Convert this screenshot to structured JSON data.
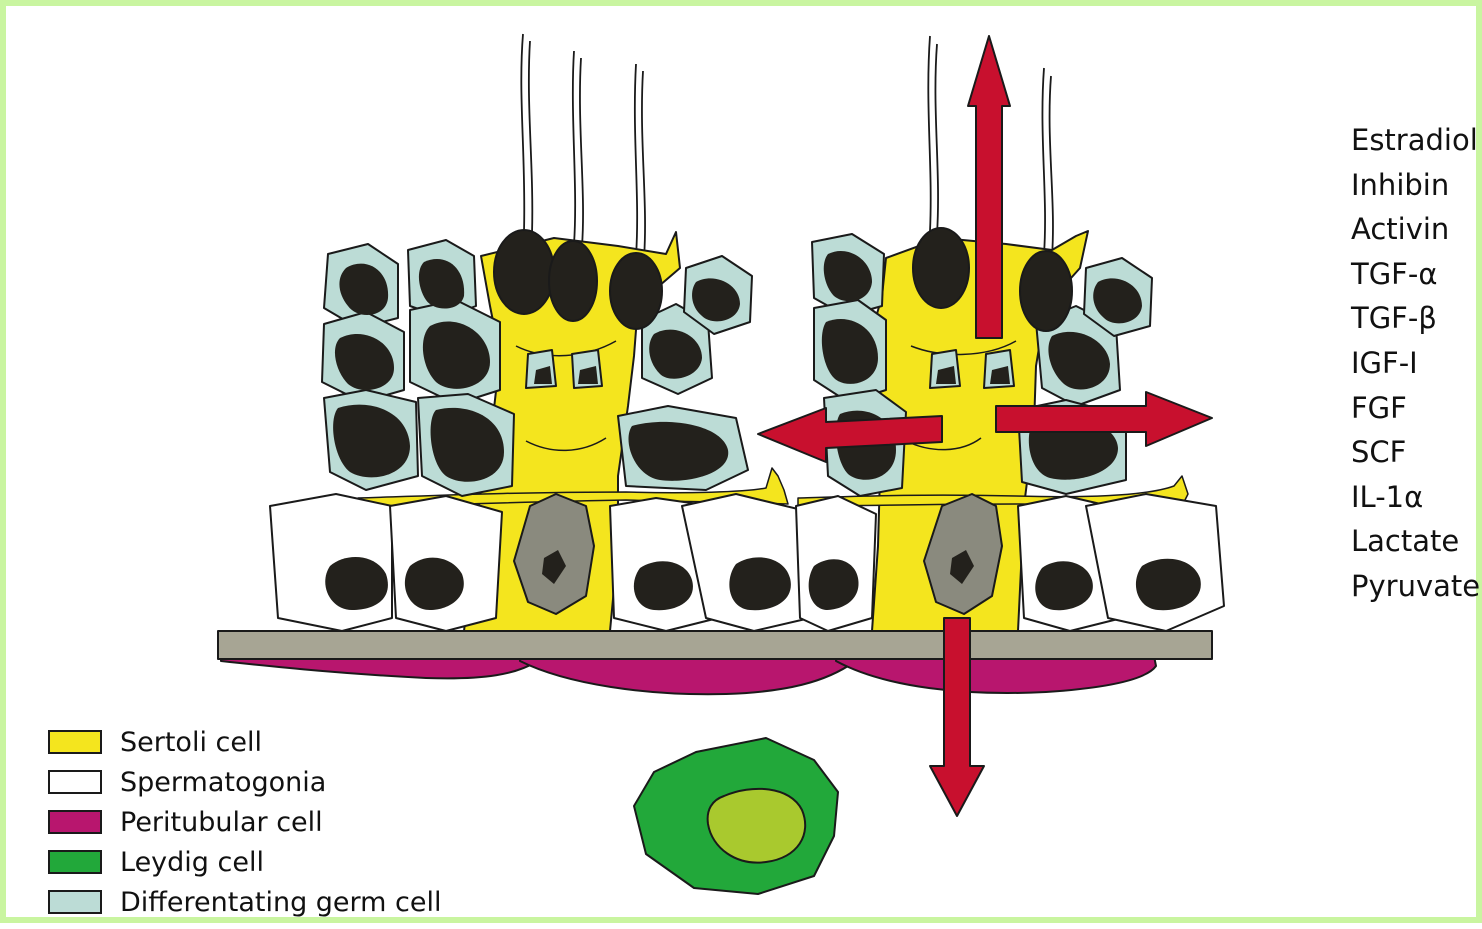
{
  "factors": [
    "Estradiol",
    "Inhibin",
    "Activin",
    "TGF-α",
    "TGF-β",
    "IGF-I",
    "FGF",
    "SCF",
    "IL-1α",
    "Lactate",
    "Pyruvate"
  ],
  "legend": [
    {
      "label": "Sertoli cell",
      "color": "#f4e51e"
    },
    {
      "label": "Spermatogonia",
      "color": "#ffffff"
    },
    {
      "label": "Peritubular cell",
      "color": "#b8166e"
    },
    {
      "label": "Leydig cell",
      "color": "#22a83a"
    },
    {
      "label": "Differentating germ cell",
      "color": "#bcdcd6"
    }
  ],
  "colors": {
    "frame": "#c9f5a0",
    "arrow": "#c8102e",
    "basement_membrane": "#a7a594",
    "nucleus": "#23211c",
    "sertoli_nucleus": "#8a8a7e",
    "leydig_inner": "#a9c92e",
    "outline": "#1a1a1a"
  }
}
